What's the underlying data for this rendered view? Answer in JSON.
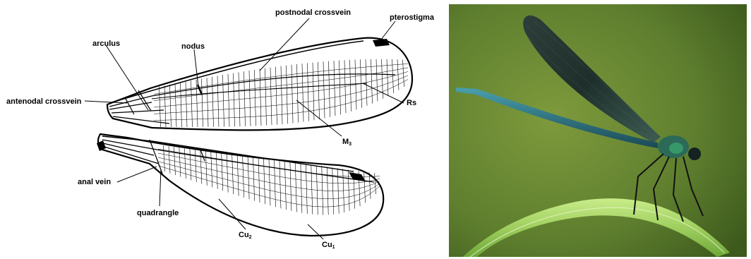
{
  "diagram": {
    "labels": {
      "postnodal_crossvein": "postnodal crossvein",
      "pterostigma": "pterostigma",
      "arculus": "arculus",
      "nodus": "nodus",
      "antenodal_crossvein": "antenodal crossvein",
      "rs": "Rs",
      "m3_main": "M",
      "m3_sub": "3",
      "anal_vein": "anal vein",
      "quadrangle": "quadrangle",
      "cu2_main": "Cu",
      "cu2_sub": "2",
      "cu1_main": "Cu",
      "cu1_sub": "1"
    }
  },
  "photo": {
    "subject": "damselfly perched on a leaf",
    "colors": {
      "background": "#5f7f2f",
      "body": "#1f5f6a",
      "wing": "#1a2a2a",
      "leaf": "#9fcf5f"
    }
  }
}
